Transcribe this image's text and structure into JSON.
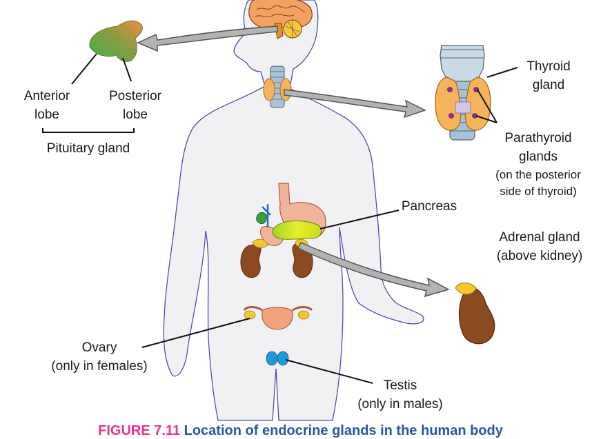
{
  "labels": {
    "anterior_1": "Anterior",
    "anterior_2": "lobe",
    "posterior_1": "Posterior",
    "posterior_2": "lobe",
    "pituitary": "Pituitary gland",
    "thyroid_1": "Thyroid",
    "thyroid_2": "gland",
    "parathyroid_1": "Parathyroid",
    "parathyroid_2": "glands",
    "parathyroid_3": "(on the posterior",
    "parathyroid_4": "side of thyroid)",
    "pancreas": "Pancreas",
    "adrenal_1": "Adrenal gland",
    "adrenal_2": "(above kidney)",
    "ovary_1": "Ovary",
    "ovary_2": "(only in females)",
    "testis_1": "Testis",
    "testis_2": "(only in males)"
  },
  "caption": {
    "figure_number": "FIGURE 7.11",
    "text": "Location of endocrine glands in the human body"
  },
  "colors": {
    "body_fill": "#f1f1f3",
    "body_outline": "#4a4fa8",
    "pituitary_green": "#3fb24b",
    "pituitary_orange": "#f58a3c",
    "thyroid": "#f6b45a",
    "trachea": "#a9c2d6",
    "kidney": "#8b4a1f",
    "adrenal": "#f2c531",
    "pancreas": "#c9e31f",
    "stomach": "#f1b39a",
    "uterus": "#f1a37a",
    "testis": "#1c9ad6",
    "arrow_fill": "#b3b3b3",
    "caption_pink": "#e8338c",
    "caption_blue": "#2a56a8"
  }
}
